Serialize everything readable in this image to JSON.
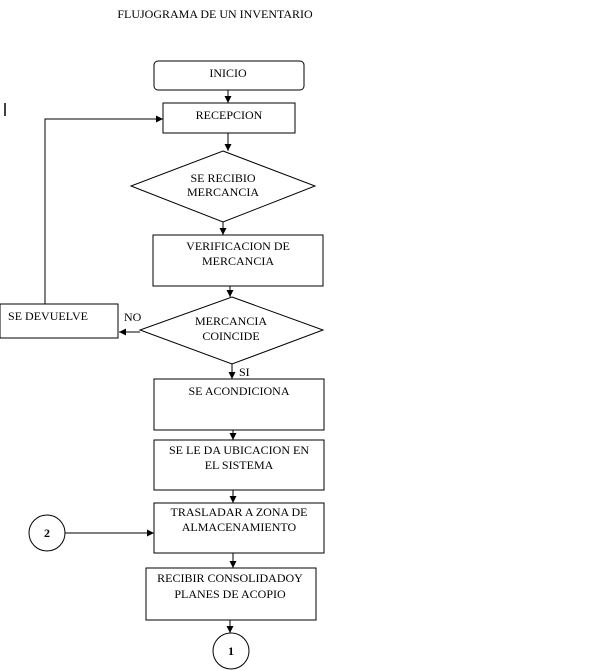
{
  "title": "FLUJOGRAMA DE UN INVENTARIO",
  "nodes": {
    "inicio": [
      "INICIO"
    ],
    "recepcion": [
      "RECEPCION"
    ],
    "se_recibio": [
      "SE RECIBIO",
      "MERCANCIA"
    ],
    "verificacion": [
      "VERIFICACION DE",
      "MERCANCIA"
    ],
    "coincide": [
      "MERCANCIA",
      "COINCIDE"
    ],
    "se_devuelve": [
      "SE DEVUELVE"
    ],
    "acondiciona": [
      "SE ACONDICIONA"
    ],
    "ubicacion": [
      "SE LE DA UBICACION EN",
      "EL SISTEMA"
    ],
    "trasladar": [
      "TRASLADAR A ZONA DE",
      "ALMACENAMIENTO"
    ],
    "recibir": [
      "RECIBIR CONSOLIDADOY",
      "PLANES DE ACOPIO"
    ],
    "connector_1": [
      "1"
    ],
    "connector_2": [
      "2"
    ]
  },
  "edge_labels": {
    "no": "NO",
    "si": "SI"
  },
  "colors": {
    "page": "#ffffff",
    "side_panel": "#ffffff",
    "stroke": "#000000"
  }
}
